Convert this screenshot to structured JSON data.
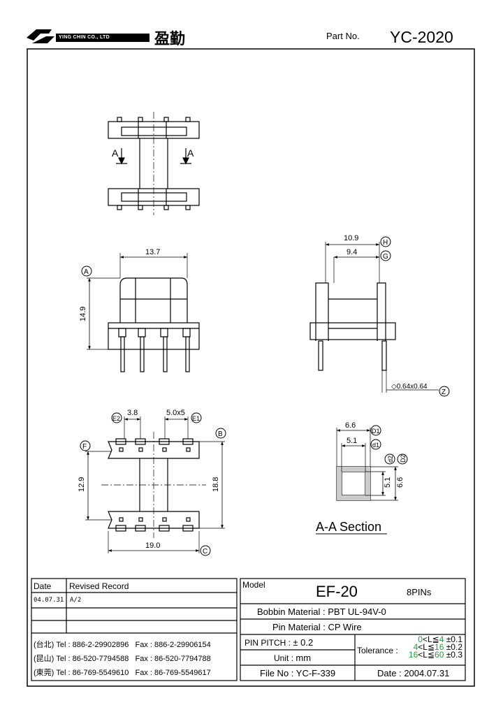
{
  "header": {
    "company": "YING CHIN CO., LTD",
    "company_cn": "盈勤",
    "part_no_label": "Part  No.",
    "part_no": "YC-2020"
  },
  "dims": {
    "d10_9": "10.9",
    "d9_4": "9.4",
    "d13_7": "13.7",
    "d14_9": "14.9",
    "d3_8": "3.8",
    "d5_0x5": "5.0x5",
    "d12_9": "12.9",
    "d18_8": "18.8",
    "d19_0": "19.0",
    "d6_6_top": "6.6",
    "d5_1_top": "5.1",
    "d5_1_side": "5.1",
    "d6_6_side": "6.6",
    "pin": "◇0.64x0.64",
    "lbl_A": "A",
    "lbl_B": "B",
    "lbl_C": "C",
    "lbl_D1": "D1",
    "lbl_d1": "d1",
    "lbl_d2": "d2",
    "lbl_D2": "D2",
    "lbl_E1": "E1",
    "lbl_E2": "E2",
    "lbl_F": "F",
    "lbl_G": "G",
    "lbl_H": "H",
    "lbl_Z": "Z",
    "sec_A_left": "A",
    "sec_A_right": "A",
    "section": "A-A Section"
  },
  "revision": {
    "date_header": "Date",
    "record_header": "Revised  Record",
    "rows": [
      {
        "date": "04.07.31",
        "record": "A/2"
      }
    ]
  },
  "contacts": [
    {
      "loc": "(台北)",
      "tel": "Tel : 886-2-29902896",
      "fax": "Fax : 886-2-29906154"
    },
    {
      "loc": "(昆山)",
      "tel": "Tel : 86-520-7794588",
      "fax": "Fax : 86-520-7794788"
    },
    {
      "loc": "(東莞)",
      "tel": "Tel : 86-769-5549610",
      "fax": "Fax : 86-769-5549617"
    }
  ],
  "spec": {
    "model_label": "Model",
    "model": "EF-20",
    "pins": "8PINs",
    "bobbin_label": "Bobbin  Material :",
    "bobbin": "PBT UL-94V-0",
    "pin_label": "Pin  Material :",
    "pin": "CP Wire",
    "pitch_label": "PIN  PITCH :",
    "pitch": "± 0.2",
    "unit_label": "Unit :",
    "unit": "mm",
    "tolerance_label": "Tolerance :",
    "tol_rows": [
      {
        "lo": "0",
        "sym": "<L≦",
        "hi": "4",
        "tol": "±0.1"
      },
      {
        "lo": "4",
        "sym": "<L≦",
        "hi": "16",
        "tol": "±0.2"
      },
      {
        "lo": "16",
        "sym": "<L≦",
        "hi": "60",
        "tol": "±0.3"
      }
    ],
    "file_label": "File  No :",
    "file": "YC-F-339",
    "date_label": "Date :",
    "date": "2004.07.31"
  },
  "colors": {
    "tolerance_green": "#2a9a3a"
  }
}
